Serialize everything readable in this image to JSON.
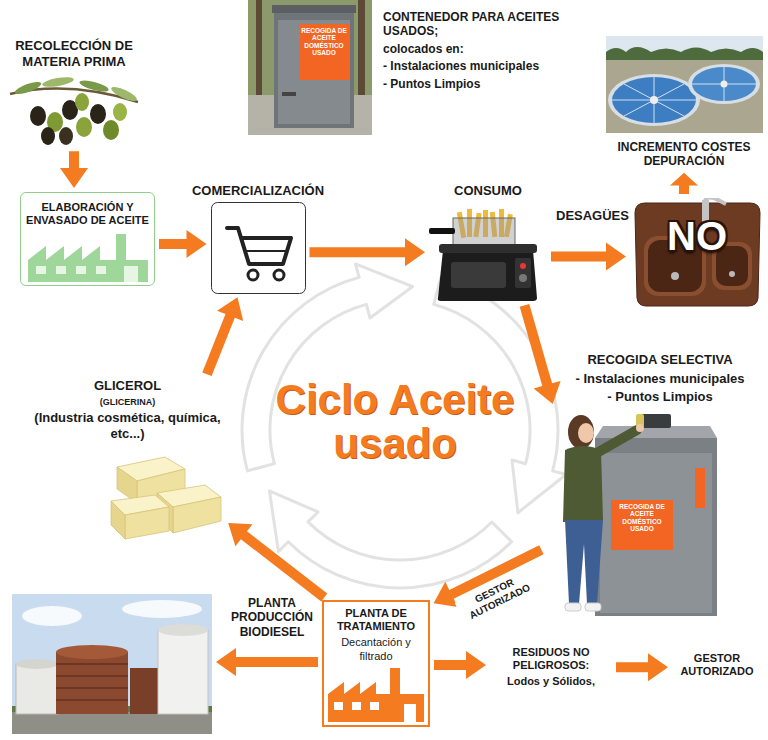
{
  "diagram": {
    "title": "Ciclo Aceite usado",
    "nodes": [
      {
        "text": [
          "RECOLECCIÓN DE MATERIA PRIMA"
        ]
      },
      {
        "text": [
          "CONTENEDOR PARA ACEITES USADOS;",
          "colocados en:",
          "- Instalaciones municipales",
          "- Puntos Limpios"
        ]
      },
      {
        "text": [
          "INCREMENTO COSTES DEPURACIÓN"
        ]
      },
      {
        "text": [
          "ELABORACIÓN Y ENVASADO DE ACEITE"
        ]
      },
      {
        "text": [
          "COMERCIALIZACIÓN"
        ]
      },
      {
        "text": [
          "CONSUMO"
        ]
      },
      {
        "text": [
          "DESAGÜES",
          "NO"
        ]
      },
      {
        "text": [
          "RECOGIDA SELECTIVA",
          "- Instalaciones municipales",
          "- Puntos Limpios"
        ]
      },
      {
        "text": [
          "GLICEROL",
          "(GLICERINA)",
          "(Industria cosmética, química, etc...)"
        ]
      },
      {
        "text": [
          "PLANTA PRODUCCIÓN BIODIESEL"
        ]
      },
      {
        "text": [
          "PLANTA DE TRATAMIENTO",
          "Decantación y filtrado"
        ]
      },
      {
        "text": [
          "RESIDUOS NO PELIGROSOS:",
          "Lodos y Sólidos,"
        ]
      },
      {
        "text": [
          "GESTOR AUTORIZADO"
        ]
      }
    ],
    "edges": [
      {
        "from": 0,
        "to": 3,
        "arrow": "to"
      },
      {
        "from": 3,
        "to": 4,
        "arrow": "to"
      },
      {
        "from": 4,
        "to": 5,
        "arrow": "to"
      },
      {
        "from": 5,
        "to": 6,
        "arrow": "to"
      },
      {
        "from": 6,
        "to": 2,
        "arrow": "to"
      },
      {
        "from": 5,
        "to": 7,
        "arrow": "to"
      },
      {
        "from": 7,
        "to": 10,
        "label": "GESTOR AUTORIZADO",
        "arrow": "to"
      },
      {
        "from": 10,
        "to": 9,
        "arrow": "to"
      },
      {
        "from": 10,
        "to": 8,
        "arrow": "to"
      },
      {
        "from": 10,
        "to": 11,
        "arrow": "to"
      },
      {
        "from": 11,
        "to": 12,
        "arrow": "to"
      },
      {
        "from": 8,
        "to": 4,
        "arrow": "to"
      }
    ],
    "labels": [
      "RECOGIDA DE ACEITE DOMÉSTICO USADO",
      "RECOGIDA DE ACEITE DOMÉSTICO USADO"
    ]
  }
}
